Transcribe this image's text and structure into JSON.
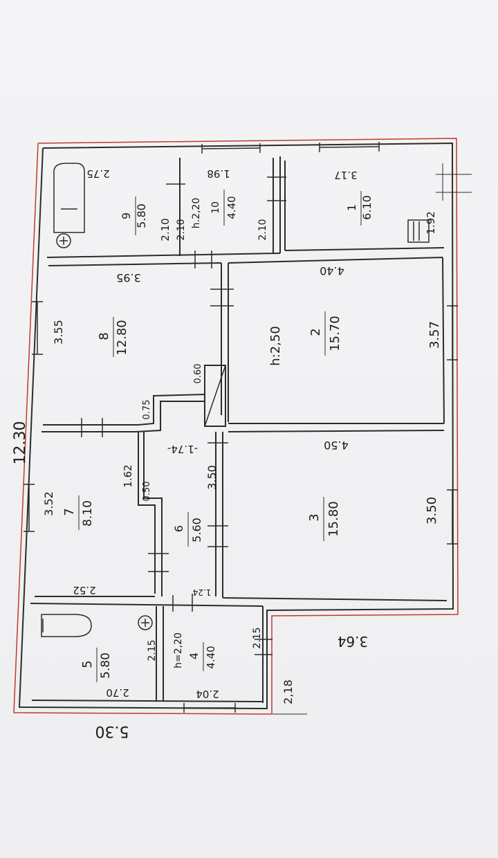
{
  "page": {
    "paper": "#f1f1f3",
    "wall_color": "#2b2b2b",
    "outline_color": "#c0392b"
  },
  "overall": {
    "width": "12.30",
    "end": "5.30"
  },
  "rooms": [
    {
      "id": "room-9",
      "no": "9",
      "area": "5.80",
      "dims": [
        "2.75",
        "2.10"
      ]
    },
    {
      "id": "room-10",
      "no": "10",
      "area": "4.40",
      "dims": [
        "1.98",
        "2.10",
        "2.10"
      ],
      "height": "h.2,20"
    },
    {
      "id": "room-1",
      "no": "1",
      "area": "6.10",
      "dims": [
        "3.17",
        "1.92"
      ]
    },
    {
      "id": "room-8",
      "no": "8",
      "area": "12.80",
      "dims": [
        "3.95",
        "3.55",
        "0.75",
        "0.60"
      ]
    },
    {
      "id": "room-2",
      "no": "2",
      "area": "15.70",
      "dims": [
        "4.40",
        "3.57"
      ],
      "height": "h:2,50"
    },
    {
      "id": "room-7",
      "no": "7",
      "area": "8.10",
      "dims": [
        "3.52",
        "2.52",
        "1.62"
      ]
    },
    {
      "id": "room-6",
      "no": "6",
      "area": "5.60",
      "dims": [
        "-1.74-",
        "3.50",
        "0.50",
        "1.24"
      ]
    },
    {
      "id": "room-3",
      "no": "3",
      "area": "15.80",
      "dims": [
        "4.50",
        "3.50"
      ]
    },
    {
      "id": "room-5",
      "no": "5",
      "area": "5.80",
      "dims": [
        "2.15",
        "2.70"
      ]
    },
    {
      "id": "room-4",
      "no": "4",
      "area": "4.40",
      "dims": [
        "2.15",
        "2.04"
      ],
      "height": "h=2,20"
    }
  ],
  "extra_dims": [
    "3.64",
    "2,18"
  ]
}
